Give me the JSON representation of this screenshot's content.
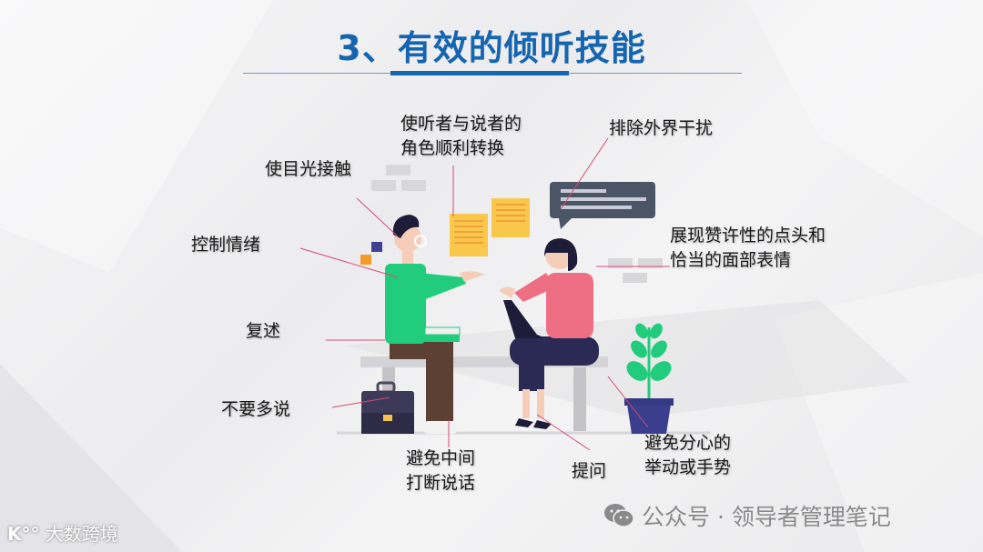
{
  "slide": {
    "title": "3、有效的倾听技能",
    "accent_color": "#1565b0"
  },
  "labels": {
    "role_switch_1": "使听者与说者的",
    "role_switch_2": "角色顺利转换",
    "eye_contact": "使目光接触",
    "control_emotion": "控制情绪",
    "eliminate_distraction": "排除外界干扰",
    "nodding_1": "展现赞许性的点头和",
    "nodding_2": "恰当的面部表情",
    "paraphrase": "复述",
    "dont_talk_much": "不要多说",
    "no_interrupt_1": "避免中间",
    "no_interrupt_2": "打断说话",
    "ask_questions": "提问",
    "avoid_distracting_1": "避免分心的",
    "avoid_distracting_2": "举动或手势"
  },
  "footer": {
    "left_watermark": "大数跨境",
    "right_watermark": "公众号 · 领导者管理笔记",
    "wechat_icon": "wechat-icon"
  }
}
